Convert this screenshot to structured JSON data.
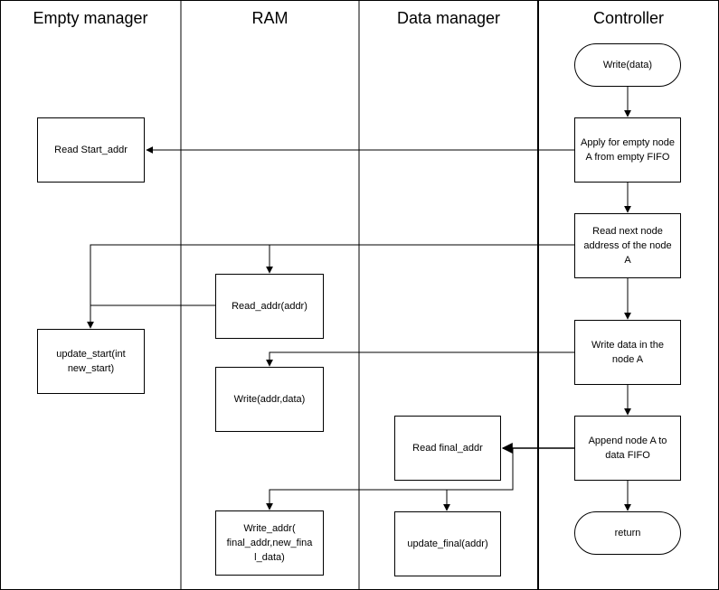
{
  "lanes": [
    {
      "id": "empty-manager",
      "title": "Empty manager"
    },
    {
      "id": "ram",
      "title": "RAM"
    },
    {
      "id": "data-manager",
      "title": "Data manager"
    },
    {
      "id": "controller",
      "title": "Controller"
    }
  ],
  "nodes": {
    "write_data": "Write(data)",
    "apply_empty": "Apply for empty node A from empty FIFO",
    "read_next": "Read next node address of the node A",
    "write_in_node": "Write data in the node A",
    "append_node": "Append node A to data FIFO",
    "return": "return",
    "read_start_addr": "Read Start_addr",
    "update_start": "update_start(int new_start)",
    "read_addr": "Read_addr(addr)",
    "write_addr_data": "Write(addr,data)",
    "write_addr_final": "Write_addr( final_addr,new_fina l_data)",
    "read_final_addr": "Read final_addr",
    "update_final": "update_final(addr)"
  }
}
